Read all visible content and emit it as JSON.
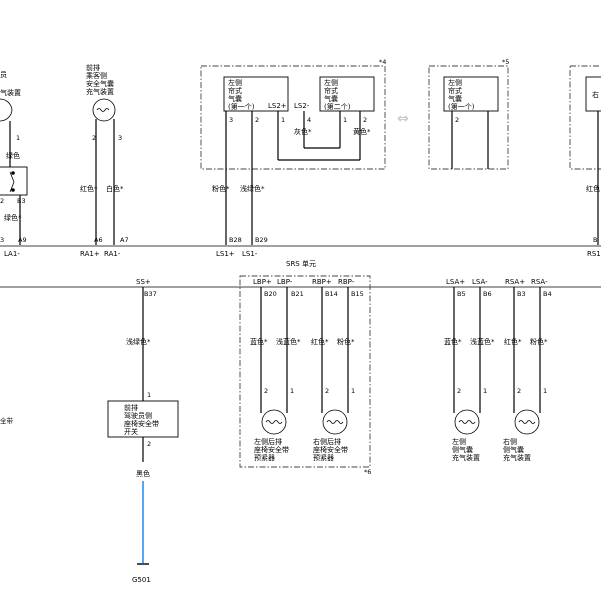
{
  "unit_title": "SRS 单元",
  "arrow_symbol": "⇔",
  "colors": {
    "wire": "#000000",
    "ground_wire": "#2f8cf0",
    "frame": "#444444"
  },
  "left_edge": {
    "device_lines": [
      "员",
      "气装置"
    ],
    "pin": "1",
    "wire_color": "绿色",
    "lower_pin_a": "2",
    "lower_pin_b": "B3",
    "wire_color_2": "绿色*",
    "conn_pins": [
      "3",
      "A9"
    ],
    "terminal": "LA1-",
    "side_label": "全带"
  },
  "front_passenger": {
    "device_lines": [
      "前排",
      "乘客侧",
      "安全气囊",
      "充气装置"
    ],
    "pins_device": [
      "2",
      "3"
    ],
    "wire_colors": [
      "红色*",
      "白色*"
    ],
    "conn_pins": [
      "A6",
      "A7"
    ],
    "terminals": [
      "RA1+",
      "RA1-"
    ]
  },
  "curtain_left": {
    "note": "*4",
    "box1_lines": [
      "左侧",
      "帘式",
      "气囊",
      "(第一个)"
    ],
    "box2_lines": [
      "左侧",
      "帘式",
      "气囊",
      "(第二个)"
    ],
    "inner_terms": [
      "LS2+",
      "LS2-"
    ],
    "box1_pins": [
      "3",
      "2"
    ],
    "box2_pins": [
      "1",
      "4",
      "1",
      "2"
    ],
    "mid_colors": [
      "灰色*",
      "黄色*"
    ],
    "wire_colors": [
      "粉色*",
      "浅绿色*"
    ],
    "conn_pins": [
      "B28",
      "B29"
    ],
    "terminals": [
      "LS1+",
      "LS1-"
    ]
  },
  "curtain_alt": {
    "note": "*5",
    "box_lines": [
      "左侧",
      "帘式",
      "气囊",
      "(第一个)"
    ],
    "pin": "2"
  },
  "right_edge": {
    "box_text": "右",
    "wire_color": "红色",
    "terminal": "RS1",
    "conn_pin": "B"
  },
  "driver_buckle": {
    "terminal": "SS+",
    "conn_pin": "B37",
    "wire_color": "浅绿色*",
    "pin_top": "1",
    "pin_bottom": "2",
    "device_lines": [
      "前排",
      "驾驶员侧",
      "座椅安全带",
      "开关"
    ],
    "ground_wire_color": "黑色",
    "ground_label": "G501"
  },
  "pretensioners": {
    "note": "*6",
    "terminals": [
      "LBP+",
      "LBP-",
      "RBP+",
      "RBP-"
    ],
    "conn_pins": [
      "B20",
      "B21",
      "B14",
      "B15"
    ],
    "wire_colors": [
      "蓝色*",
      "浅蓝色*",
      "红色*",
      "粉色*"
    ],
    "pins": [
      "2",
      "1",
      "2",
      "1"
    ],
    "left_label": [
      "左侧后排",
      "座椅安全带",
      "预紧器"
    ],
    "right_label": [
      "右侧后排",
      "座椅安全带",
      "预紧器"
    ]
  },
  "side_airbags": {
    "terminals": [
      "LSA+",
      "LSA-",
      "RSA+",
      "RSA-"
    ],
    "conn_pins": [
      "B5",
      "B6",
      "B3",
      "B4"
    ],
    "wire_colors": [
      "蓝色*",
      "浅蓝色*",
      "红色*",
      "粉色*"
    ],
    "pins": [
      "2",
      "1",
      "2",
      "1"
    ],
    "left_label": [
      "左侧",
      "侧气囊",
      "充气装置"
    ],
    "right_label": [
      "右侧",
      "侧气囊",
      "充气装置"
    ]
  }
}
